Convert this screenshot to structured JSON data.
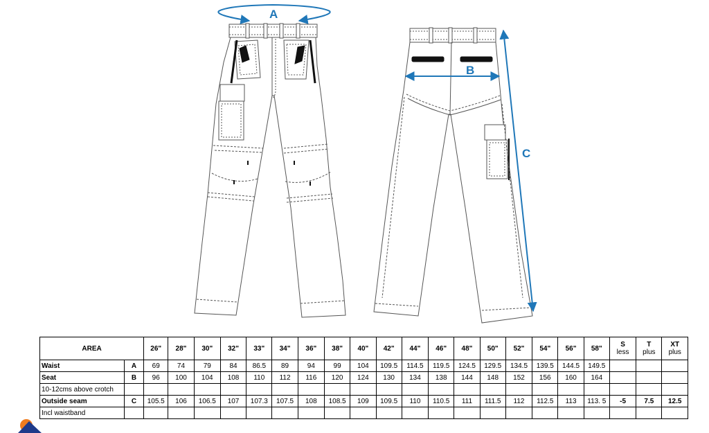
{
  "diagram": {
    "labels": {
      "a": "A",
      "b": "B",
      "c": "C"
    },
    "colors": {
      "measure": "#1f77b8",
      "line": "#555555"
    }
  },
  "table": {
    "area_header": "AREA",
    "sizes": [
      "26\"",
      "28\"",
      "30\"",
      "32\"",
      "33\"",
      "34\"",
      "36\"",
      "38\"",
      "40\"",
      "42\"",
      "44\"",
      "46\"",
      "48\"",
      "50\"",
      "52\"",
      "54\"",
      "56\"",
      "58\""
    ],
    "adjust_headers": [
      {
        "letter": "S",
        "word": "less"
      },
      {
        "letter": "T",
        "word": "plus"
      },
      {
        "letter": "XT",
        "word": "plus"
      }
    ],
    "rows": [
      {
        "label": "Waist",
        "code": "A",
        "values": [
          "69",
          "74",
          "79",
          "84",
          "86.5",
          "89",
          "94",
          "99",
          "104",
          "109.5",
          "114.5",
          "119.5",
          "124.5",
          "129.5",
          "134.5",
          "139.5",
          "144.5",
          "149.5"
        ],
        "adjust": [
          "",
          "",
          ""
        ]
      },
      {
        "label": "Seat",
        "code": "B",
        "values": [
          "96",
          "100",
          "104",
          "108",
          "110",
          "112",
          "116",
          "120",
          "124",
          "130",
          "134",
          "138",
          "144",
          "148",
          "152",
          "156",
          "160",
          "164"
        ],
        "adjust": [
          "",
          "",
          ""
        ]
      },
      {
        "label": "10-12cms above crotch",
        "sub": true
      },
      {
        "label": "Outside seam",
        "code": "C",
        "values": [
          "105.5",
          "106",
          "106.5",
          "107",
          "107.3",
          "107.5",
          "108",
          "108.5",
          "109",
          "109.5",
          "110",
          "110.5",
          "111",
          "111.5",
          "112",
          "112.5",
          "113",
          "113. 5"
        ],
        "adjust": [
          "-5",
          "7.5",
          "12.5"
        ]
      },
      {
        "label": "Incl waistband",
        "sub": true
      }
    ]
  },
  "logo": {
    "colors": [
      "#f07c1f",
      "#1f3a8a"
    ]
  }
}
